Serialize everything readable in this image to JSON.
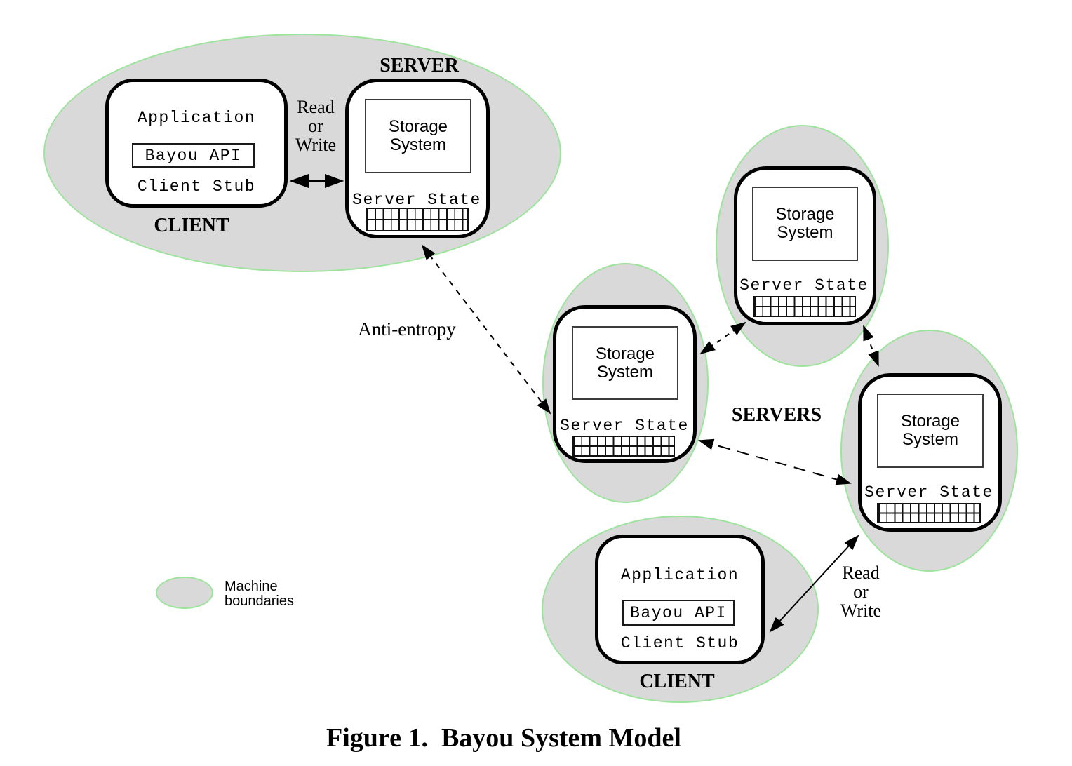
{
  "caption": "Figure 1.  Bayou System Model",
  "labels": {
    "server": "SERVER",
    "servers": "SERVERS",
    "client": "CLIENT",
    "anti_entropy": "Anti-entropy",
    "read": "Read",
    "or": "or",
    "write": "Write"
  },
  "client_box": {
    "application": "Application",
    "bayou_api": "Bayou API",
    "client_stub": "Client Stub"
  },
  "server_box": {
    "storage_line1": "Storage",
    "storage_line2": "System",
    "server_state": "Server State"
  },
  "legend": {
    "line1": "Machine",
    "line2": "boundaries"
  },
  "colors": {
    "machine_fill": "#d9d9d9",
    "machine_border": "#9ce49c",
    "ink": "#000000"
  }
}
